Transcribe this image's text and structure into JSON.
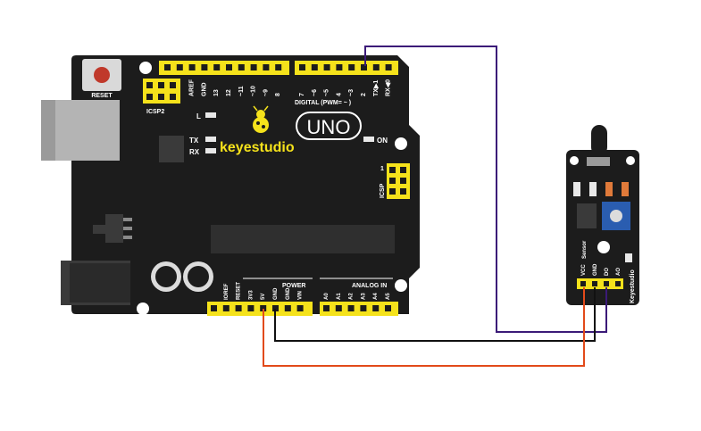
{
  "board": {
    "name": "UNO",
    "brand": "keyestudio",
    "reset_label": "RESET",
    "icsp2_label": "ICSP2",
    "icsp_label": "ICSP",
    "icsp_pin1": "1",
    "led_l": "L",
    "led_tx": "TX",
    "led_rx": "RX",
    "led_on": "ON",
    "digital_label": "DIGITAL (PWM= ~ )",
    "power_label": "POWER",
    "analog_label": "ANALOG IN",
    "top_pins": [
      "AREF",
      "GND",
      "13",
      "12",
      "~11",
      "~10",
      "~9",
      "8",
      "7",
      "~6",
      "~5",
      "4",
      "~3",
      "2",
      "TX▶1",
      "RX◀0"
    ],
    "power_pins": [
      "IOREF",
      "RESET",
      "3V3",
      "5V",
      "GND",
      "GND",
      "VIN"
    ],
    "analog_pins": [
      "A0",
      "A1",
      "A2",
      "A3",
      "A4",
      "A5"
    ]
  },
  "sensor": {
    "brand": "Keyestudio",
    "label": "Sensor",
    "pins": [
      "VCC",
      "GND",
      "DO",
      "AO"
    ]
  },
  "colors": {
    "board": "#1c1c1c",
    "header": "#f5e21b",
    "wire_signal": "#3b1a78",
    "wire_ground": "#111111",
    "wire_power": "#e24a1a"
  }
}
